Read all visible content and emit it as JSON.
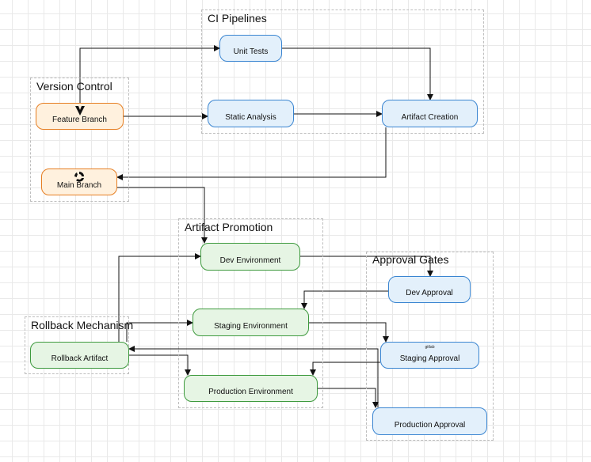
{
  "groups": {
    "ci": "CI Pipelines",
    "vc": "Version Control",
    "promotion": "Artifact Promotion",
    "approval": "Approval Gates",
    "rollback": "Rollback Mechanism"
  },
  "nodes": {
    "unit_tests": "Unit Tests",
    "static_analysis": "Static Analysis",
    "artifact_creation": "Artifact Creation",
    "feature_branch": "Feature Branch",
    "main_branch": "Main Branch",
    "dev_env": "Dev Environment",
    "staging_env": "Staging Environment",
    "production_env": "Production Environment",
    "rollback_artifact": "Rollback Artifact",
    "dev_approval": "Dev Approval",
    "staging_approval": "Staging Approval",
    "production_approval": "Production Approval"
  },
  "icons": {
    "feature_branch": "branch-icon",
    "main_branch": "sync-icon",
    "staging_approval_label": "gitlab"
  },
  "colors": {
    "orange_fill": "#fff1de",
    "orange_stroke": "#e67e22",
    "blue_fill": "#e3f0fb",
    "blue_stroke": "#3a85d1",
    "green_fill": "#e6f5e4",
    "green_stroke": "#3e9a3e",
    "edge": "#111111"
  },
  "edges": [
    {
      "from": "feature_branch",
      "to": "unit_tests"
    },
    {
      "from": "feature_branch",
      "to": "static_analysis"
    },
    {
      "from": "unit_tests",
      "to": "artifact_creation"
    },
    {
      "from": "static_analysis",
      "to": "artifact_creation"
    },
    {
      "from": "artifact_creation",
      "to": "main_branch"
    },
    {
      "from": "main_branch",
      "to": "dev_env"
    },
    {
      "from": "dev_env",
      "to": "dev_approval"
    },
    {
      "from": "dev_approval",
      "to": "staging_env"
    },
    {
      "from": "staging_env",
      "to": "staging_approval"
    },
    {
      "from": "staging_approval",
      "to": "production_env"
    },
    {
      "from": "production_env",
      "to": "production_approval"
    },
    {
      "from": "production_approval",
      "to": "rollback_artifact"
    },
    {
      "from": "rollback_artifact",
      "to": "dev_env"
    },
    {
      "from": "rollback_artifact",
      "to": "staging_env"
    },
    {
      "from": "rollback_artifact",
      "to": "production_env"
    }
  ]
}
